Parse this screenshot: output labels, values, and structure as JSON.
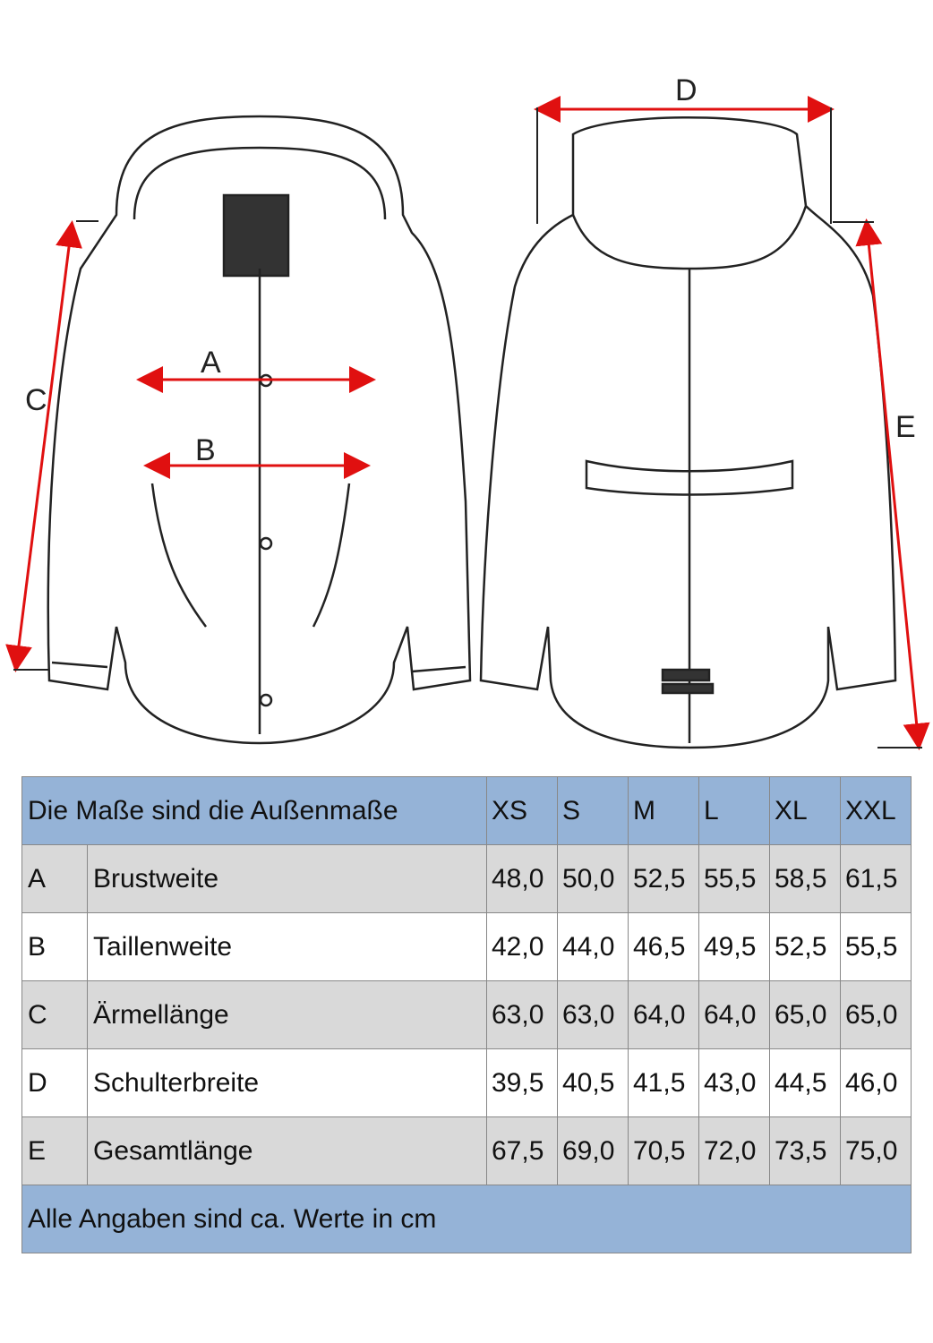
{
  "diagram": {
    "labels": {
      "a": "A",
      "b": "B",
      "c": "C",
      "d": "D",
      "e": "E"
    },
    "arrow_color": "#e01010"
  },
  "table": {
    "header_title": "Die Maße sind die Außenmaße",
    "sizes": [
      "XS",
      "S",
      "M",
      "L",
      "XL",
      "XXL"
    ],
    "rows": [
      {
        "key": "A",
        "label": "Brustweite",
        "values": [
          "48,0",
          "50,0",
          "52,5",
          "55,5",
          "58,5",
          "61,5"
        ]
      },
      {
        "key": "B",
        "label": "Taillenweite",
        "values": [
          "42,0",
          "44,0",
          "46,5",
          "49,5",
          "52,5",
          "55,5"
        ]
      },
      {
        "key": "C",
        "label": "Ärmellänge",
        "values": [
          "63,0",
          "63,0",
          "64,0",
          "64,0",
          "65,0",
          "65,0"
        ]
      },
      {
        "key": "D",
        "label": "Schulterbreite",
        "values": [
          "39,5",
          "40,5",
          "41,5",
          "43,0",
          "44,5",
          "46,0"
        ]
      },
      {
        "key": "E",
        "label": "Gesamtlänge",
        "values": [
          "67,5",
          "69,0",
          "70,5",
          "72,0",
          "73,5",
          "75,0"
        ]
      }
    ],
    "footer": "Alle Angaben sind ca. Werte in cm",
    "header_color": "#95b3d7",
    "stripe_color": "#d9d9d9"
  }
}
